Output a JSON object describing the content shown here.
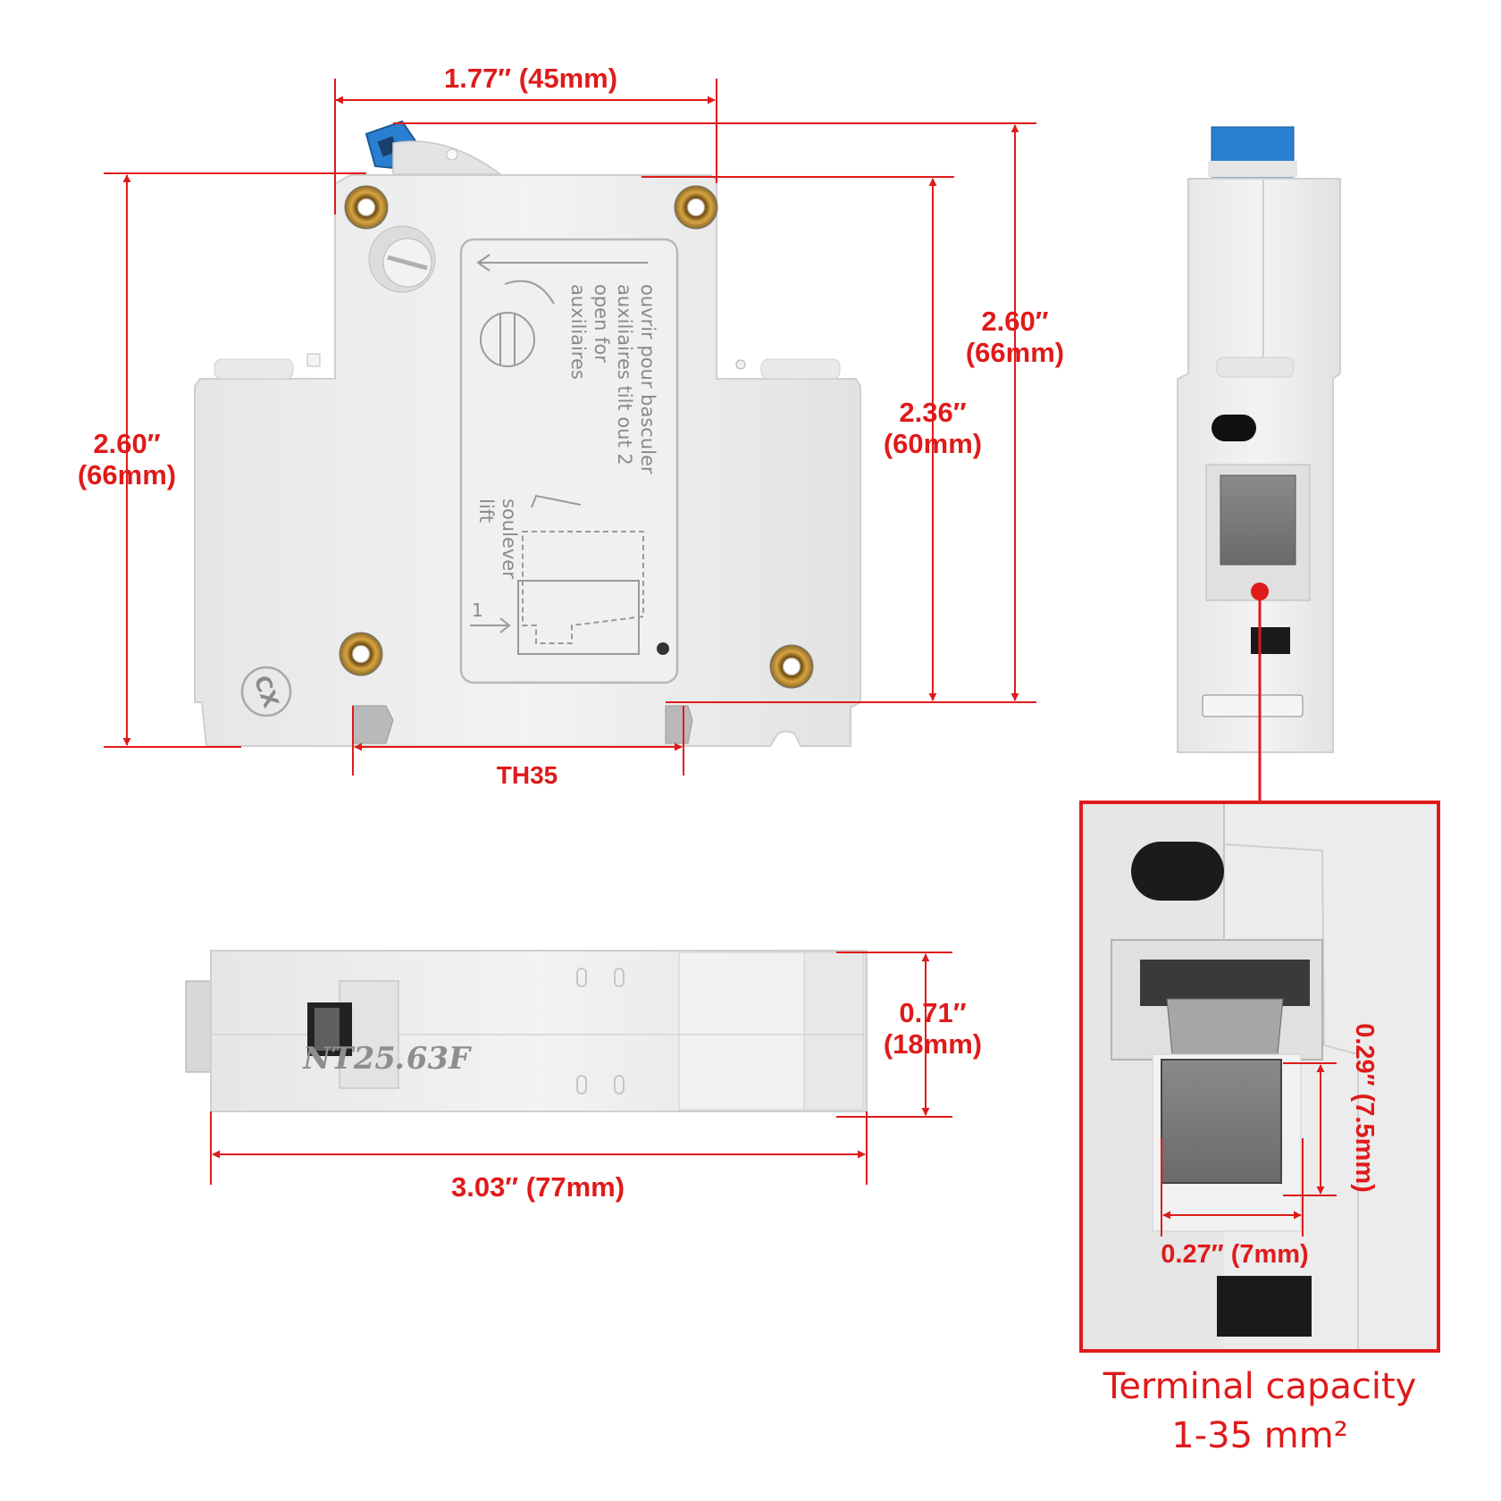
{
  "dimensions": {
    "top_width": "1.77″ (45mm)",
    "left_height_value": "2.60″",
    "left_height_mm": "(66mm)",
    "right_height_value": "2.60″",
    "right_height_mm": "(66mm)",
    "inner_height_value": "2.36″",
    "inner_height_mm": "(60mm)",
    "rail": "TH35",
    "depth_value": "0.71″",
    "depth_mm": "(18mm)",
    "length": "3.03″ (77mm)",
    "terminal_width": "0.27″ (7mm)",
    "terminal_height": "0.29″ (7.5mm)"
  },
  "device": {
    "instruction_lines": [
      "ouvrir  pour  basculer",
      "auxiliaires  tilt out  2",
      "open  for",
      "auxiliaires"
    ],
    "lift_lines": [
      "soulever",
      "lift"
    ],
    "step_one": "1",
    "model": "NT25.63F",
    "logo": "CX"
  },
  "caption": {
    "line1": "Terminal capacity",
    "line2": "1-35 mm²"
  },
  "colors": {
    "dimension": "#e01a1a",
    "body": "#ececec",
    "handle": "#2a7fd0"
  }
}
